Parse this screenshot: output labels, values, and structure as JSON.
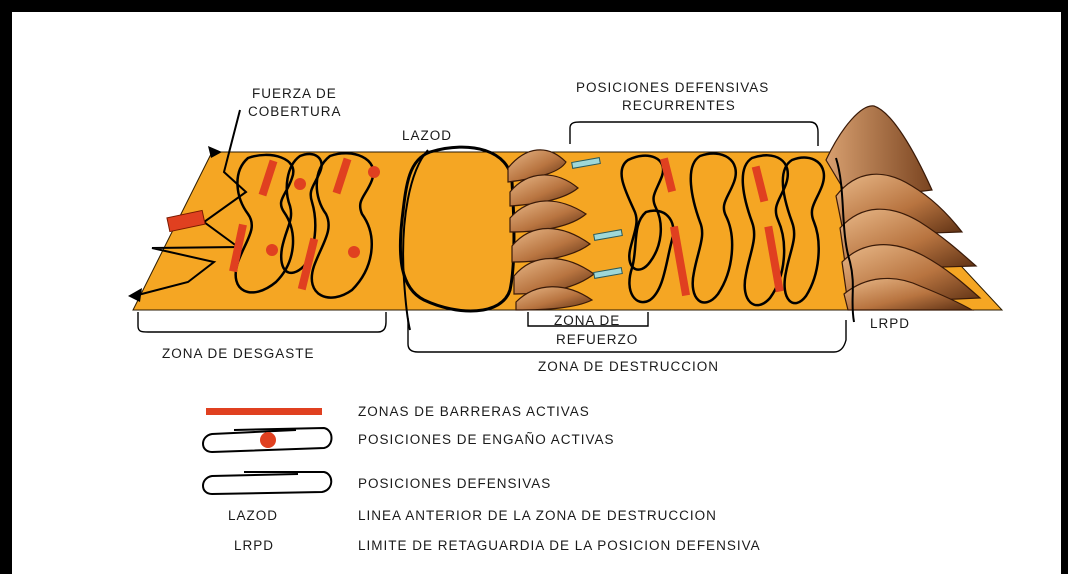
{
  "labels": {
    "covering_force_1": "FUERZA DE",
    "covering_force_2": "COBERTURA",
    "lazod": "LAZOD",
    "recurrent_1": "POSICIONES DEFENSIVAS",
    "recurrent_2": "RECURRENTES",
    "zone_attrition": "ZONA DE DESGASTE",
    "zone_reinforce_1": "ZONA DE",
    "zone_reinforce_2": "REFUERZO",
    "zone_destruction": "ZONA DE DESTRUCCION",
    "lrpd": "LRPD"
  },
  "legend": [
    {
      "symbol": "red-bar",
      "text": "ZONAS DE BARRERAS ACTIVAS"
    },
    {
      "symbol": "loop-with-dot",
      "text": "POSICIONES DE ENGAÑO ACTIVAS"
    },
    {
      "symbol": "loop",
      "text": "POSICIONES DEFENSIVAS"
    },
    {
      "symbol": "abbr",
      "abbr": "LAZOD",
      "text": "LINEA ANTERIOR DE LA ZONA DE DESTRUCCION"
    },
    {
      "symbol": "abbr",
      "abbr": "LRPD",
      "text": "LIMITE DE RETAGUARDIA DE LA POSICION DEFENSIVA"
    }
  ],
  "colors": {
    "terrain": "#F5A623",
    "barrier": "#E04020",
    "hill_light": "#D9A068",
    "hill_dark": "#6B3A1A",
    "outline": "#000000"
  }
}
